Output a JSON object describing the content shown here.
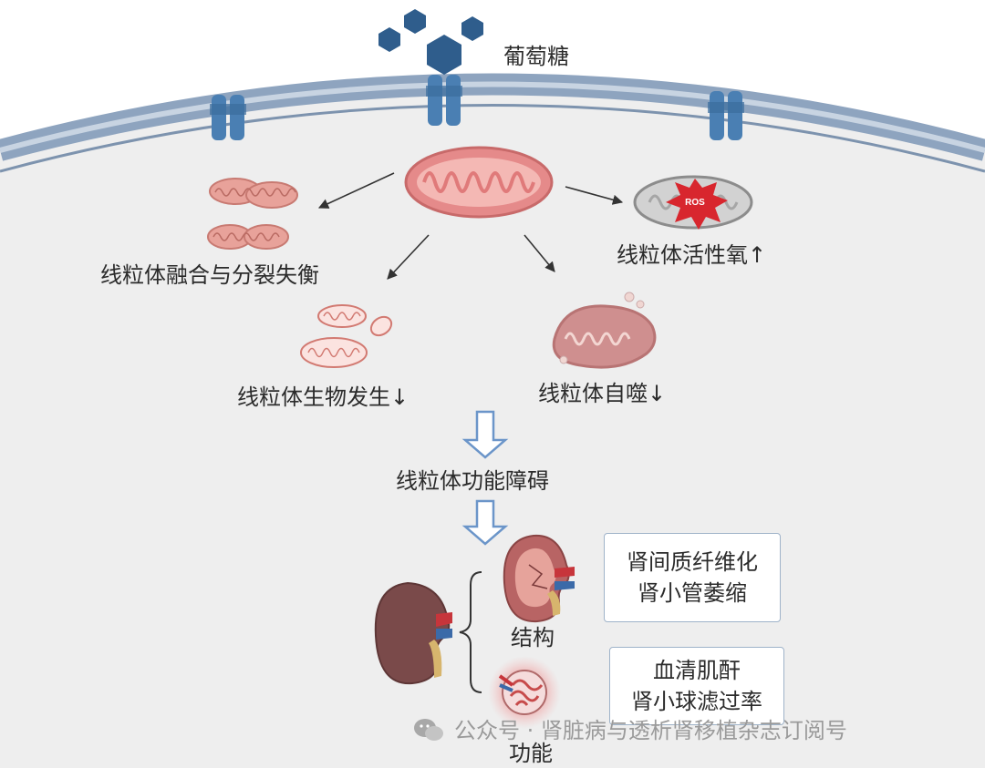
{
  "labels": {
    "glucose": "葡萄糖",
    "fusion_fission": "线粒体融合与分裂失衡",
    "biogenesis": "线粒体生物发生↓",
    "autophagy": "线粒体自噬↓",
    "ros": "线粒体活性氧↑",
    "ros_tag": "ROS",
    "dysfunction": "线粒体功能障碍",
    "structure": "结构",
    "function": "功能"
  },
  "boxes": {
    "structure_box": {
      "line1": "肾间质纤维化",
      "line2": "肾小管萎缩"
    },
    "function_box": {
      "line1": "血清肌酐",
      "line2": "肾小球滤过率"
    }
  },
  "watermark": {
    "text": "公众号 · 肾脏病与透析肾移植杂志订阅号",
    "icon": "wechat-icon"
  },
  "colors": {
    "membrane": "#8ea4bf",
    "cell_bg": "#eeeeee",
    "channel": "#4a7fb3",
    "glucose": "#2f5d8c",
    "mito": "#e58a8a",
    "kidney": "#7a4a4a",
    "ros": "#d8262e",
    "down_arrow": "#6b95c9"
  }
}
